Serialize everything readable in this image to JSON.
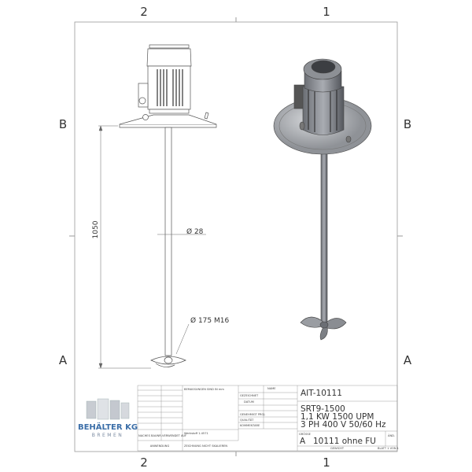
{
  "zones": {
    "top": [
      "2",
      "1"
    ],
    "bottom": [
      "2",
      "1"
    ],
    "left": [
      "B",
      "A"
    ],
    "right": [
      "B",
      "A"
    ]
  },
  "dimensions": {
    "length": "1050",
    "shaft_diameter": "Ø 28",
    "impeller": "Ø 175 M16"
  },
  "logo": {
    "company": "BEHÄLTER KG",
    "city": "BREMEN"
  },
  "title_block": {
    "units_note": "BEMASSUNGEN SIND IN mm",
    "name_header": "NAME",
    "drawn": "GEZEICHNET",
    "date": "DATUM",
    "approved": "GENEHMIGT PROJ.",
    "quality": "QUALITÄT",
    "comments": "KOMMENTARE",
    "next_assembly": "NACHES BAUNR.",
    "used_on": "VERWENDET AUF",
    "material": "Werkstoff 1.4571",
    "application": "ANWENDUNG",
    "no_scale": "ZEICHNUNG NICHT SKALIEREN",
    "drawing_number": "AIT-10111",
    "description": [
      "SRT9-1500",
      "1,1 KW 1500 UPM",
      "3 PH 400 V 50/60 Hz"
    ],
    "size_label": "GRÖSSE",
    "size": "A",
    "document_name": "10111 ohne FU",
    "revision_label": "ÄND.",
    "weight": "GEWICHT",
    "sheet": "BLATT 1 VON 1"
  }
}
